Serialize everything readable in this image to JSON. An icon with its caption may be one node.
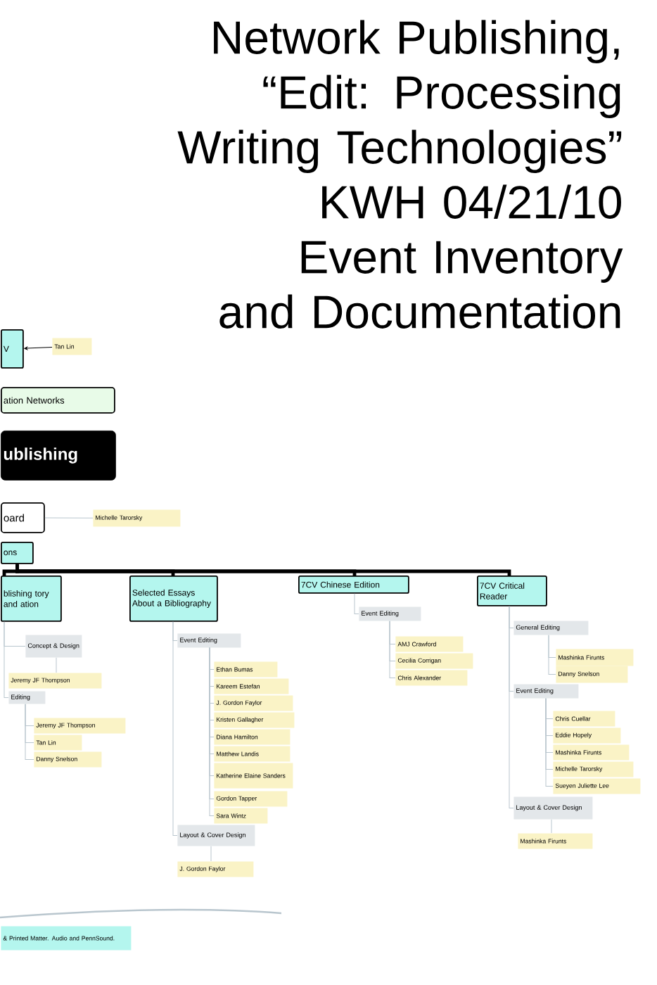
{
  "diagram": {
    "title": "Network Publishing, “Edit: Processing Writing Technologies” KWH 04/21/10 Event Inventory and Documentation",
    "nodes": [
      {
        "text": [
          "V"
        ]
      },
      {
        "text": [
          "Tan Lin"
        ]
      },
      {
        "text": [
          "ation Networks"
        ]
      },
      {
        "text": [
          "ublishing"
        ]
      },
      {
        "text": [
          "oard"
        ]
      },
      {
        "text": [
          "Michelle Tarorsky"
        ]
      },
      {
        "text": [
          "ons"
        ]
      },
      {
        "text": [
          "blishing tory and ation"
        ]
      },
      {
        "text": [
          "Selected Essays About a Bibliography"
        ]
      },
      {
        "text": [
          "7CV Chinese Edition"
        ]
      },
      {
        "text": [
          "7CV Critical Reader"
        ]
      },
      {
        "text": [
          "Concept & Design"
        ]
      },
      {
        "text": [
          "Jeremy JF Thompson"
        ]
      },
      {
        "text": [
          "Editing"
        ]
      },
      {
        "text": [
          "Jeremy JF Thompson"
        ]
      },
      {
        "text": [
          "Tan Lin"
        ]
      },
      {
        "text": [
          "Danny Snelson"
        ]
      },
      {
        "text": [
          "Event Editing"
        ]
      },
      {
        "text": [
          "Ethan Bumas"
        ]
      },
      {
        "text": [
          "Kareem Estefan"
        ]
      },
      {
        "text": [
          "J. Gordon Faylor"
        ]
      },
      {
        "text": [
          "Kristen Gallagher"
        ]
      },
      {
        "text": [
          "Diana Hamilton"
        ]
      },
      {
        "text": [
          "Matthew Landis"
        ]
      },
      {
        "text": [
          "Katherine Elaine Sanders"
        ]
      },
      {
        "text": [
          "Gordon Tapper"
        ]
      },
      {
        "text": [
          "Sara Wintz"
        ]
      },
      {
        "text": [
          "Layout & Cover Design"
        ]
      },
      {
        "text": [
          "J. Gordon Faylor"
        ]
      },
      {
        "text": [
          "Event Editing"
        ]
      },
      {
        "text": [
          "AMJ Crawford"
        ]
      },
      {
        "text": [
          "Cecilia Corrigan"
        ]
      },
      {
        "text": [
          "Chris Alexander"
        ]
      },
      {
        "text": [
          "General Editing"
        ]
      },
      {
        "text": [
          "Mashinka Firunts"
        ]
      },
      {
        "text": [
          "Danny Snelson"
        ]
      },
      {
        "text": [
          "Event Editing"
        ]
      },
      {
        "text": [
          "Chris Cuellar"
        ]
      },
      {
        "text": [
          "Eddie Hopely"
        ]
      },
      {
        "text": [
          "Mashinka Firunts"
        ]
      },
      {
        "text": [
          "Michelle Tarorsky"
        ]
      },
      {
        "text": [
          "Sueyen Juliette Lee"
        ]
      },
      {
        "text": [
          "Layout & Cover Design"
        ]
      },
      {
        "text": [
          "Mashinka Firunts"
        ]
      },
      {
        "text": [
          "& Printed Matter. Audio and PennSound."
        ]
      }
    ],
    "edges": [
      {
        "from": 1,
        "to": 0,
        "arrow": "to",
        "color": "#000000"
      },
      {
        "from": 4,
        "to": 5,
        "arrow": "none"
      },
      {
        "from": 6,
        "to": 7,
        "arrow": "none",
        "style": "thick",
        "color": "#000000"
      },
      {
        "from": 6,
        "to": 8,
        "arrow": "none",
        "style": "thick",
        "color": "#000000"
      },
      {
        "from": 6,
        "to": 9,
        "arrow": "none",
        "style": "thick",
        "color": "#000000"
      },
      {
        "from": 6,
        "to": 10,
        "arrow": "none",
        "style": "thick",
        "color": "#000000"
      },
      {
        "from": 7,
        "to": 11,
        "arrow": "none"
      },
      {
        "from": 11,
        "to": 12,
        "arrow": "none"
      },
      {
        "from": 7,
        "to": 13,
        "arrow": "none"
      },
      {
        "from": 13,
        "to": 14,
        "arrow": "none"
      },
      {
        "from": 13,
        "to": 15,
        "arrow": "none"
      },
      {
        "from": 13,
        "to": 16,
        "arrow": "none"
      },
      {
        "from": 8,
        "to": 17,
        "arrow": "none"
      },
      {
        "from": 17,
        "to": 18,
        "arrow": "none"
      },
      {
        "from": 17,
        "to": 19,
        "arrow": "none"
      },
      {
        "from": 17,
        "to": 20,
        "arrow": "none"
      },
      {
        "from": 17,
        "to": 21,
        "arrow": "none"
      },
      {
        "from": 17,
        "to": 22,
        "arrow": "none"
      },
      {
        "from": 17,
        "to": 23,
        "arrow": "none"
      },
      {
        "from": 17,
        "to": 24,
        "arrow": "none"
      },
      {
        "from": 17,
        "to": 25,
        "arrow": "none"
      },
      {
        "from": 17,
        "to": 26,
        "arrow": "none"
      },
      {
        "from": 8,
        "to": 27,
        "arrow": "none"
      },
      {
        "from": 27,
        "to": 28,
        "arrow": "none"
      },
      {
        "from": 9,
        "to": 29,
        "arrow": "none"
      },
      {
        "from": 29,
        "to": 30,
        "arrow": "none"
      },
      {
        "from": 29,
        "to": 31,
        "arrow": "none"
      },
      {
        "from": 29,
        "to": 32,
        "arrow": "none"
      },
      {
        "from": 10,
        "to": 33,
        "arrow": "none"
      },
      {
        "from": 33,
        "to": 34,
        "arrow": "none"
      },
      {
        "from": 33,
        "to": 35,
        "arrow": "none"
      },
      {
        "from": 10,
        "to": 36,
        "arrow": "none"
      },
      {
        "from": 36,
        "to": 37,
        "arrow": "none"
      },
      {
        "from": 36,
        "to": 38,
        "arrow": "none"
      },
      {
        "from": 36,
        "to": 39,
        "arrow": "none"
      },
      {
        "from": 36,
        "to": 40,
        "arrow": "none"
      },
      {
        "from": 36,
        "to": 41,
        "arrow": "none"
      },
      {
        "from": 10,
        "to": 42,
        "arrow": "none"
      },
      {
        "from": 42,
        "to": 43,
        "arrow": "none"
      }
    ]
  }
}
